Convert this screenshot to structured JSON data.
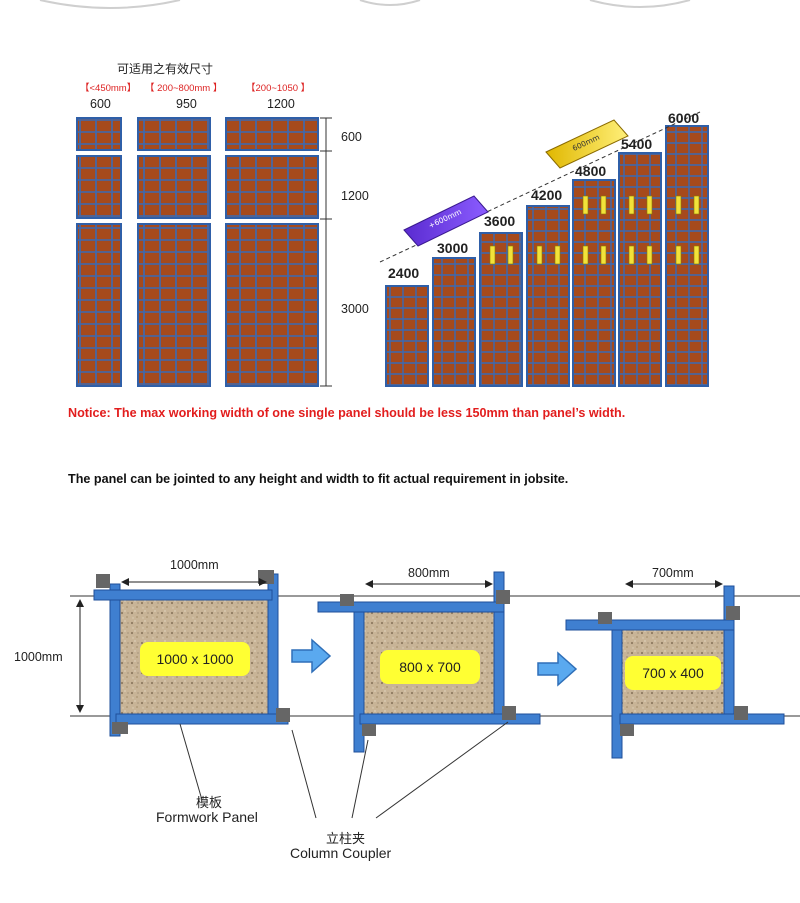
{
  "header": {
    "caption": "可适用之有效尺寸",
    "ranges": [
      "【<450mm】",
      "【 200~800mm 】",
      "【200~1050 】"
    ],
    "widths": [
      "600",
      "950",
      "1200"
    ],
    "heights": [
      "600",
      "1200",
      "3000"
    ]
  },
  "stacks": {
    "values": [
      "2400",
      "3000",
      "3600",
      "4200",
      "4800",
      "5400",
      "6000"
    ],
    "purple_tag": "+600mm",
    "gold_tag": "600mm"
  },
  "notice": "Notice: The max working width of one single panel should be less 150mm than panel’s width.",
  "jointed_text": "The panel can be jointed to any height and width to fit actual requirement in jobsite.",
  "bottom": {
    "dims": [
      "1000mm",
      "800mm",
      "700mm"
    ],
    "side_dim": "1000mm",
    "labels": [
      "1000 x 1000",
      "800 x 700",
      "700 x 400"
    ],
    "formwork_cn": "模板",
    "formwork_en": "Formwork Panel",
    "coupler_cn": "立柱夹",
    "coupler_en": "Column Coupler"
  },
  "colors": {
    "panel_brown": "#a0522d",
    "panel_frame": "#2f5fa8",
    "steel_blue": "#3f7fd0",
    "notice_red": "#e21d1d",
    "label_yellow": "#ffff33",
    "concrete": "#c9b59a"
  }
}
